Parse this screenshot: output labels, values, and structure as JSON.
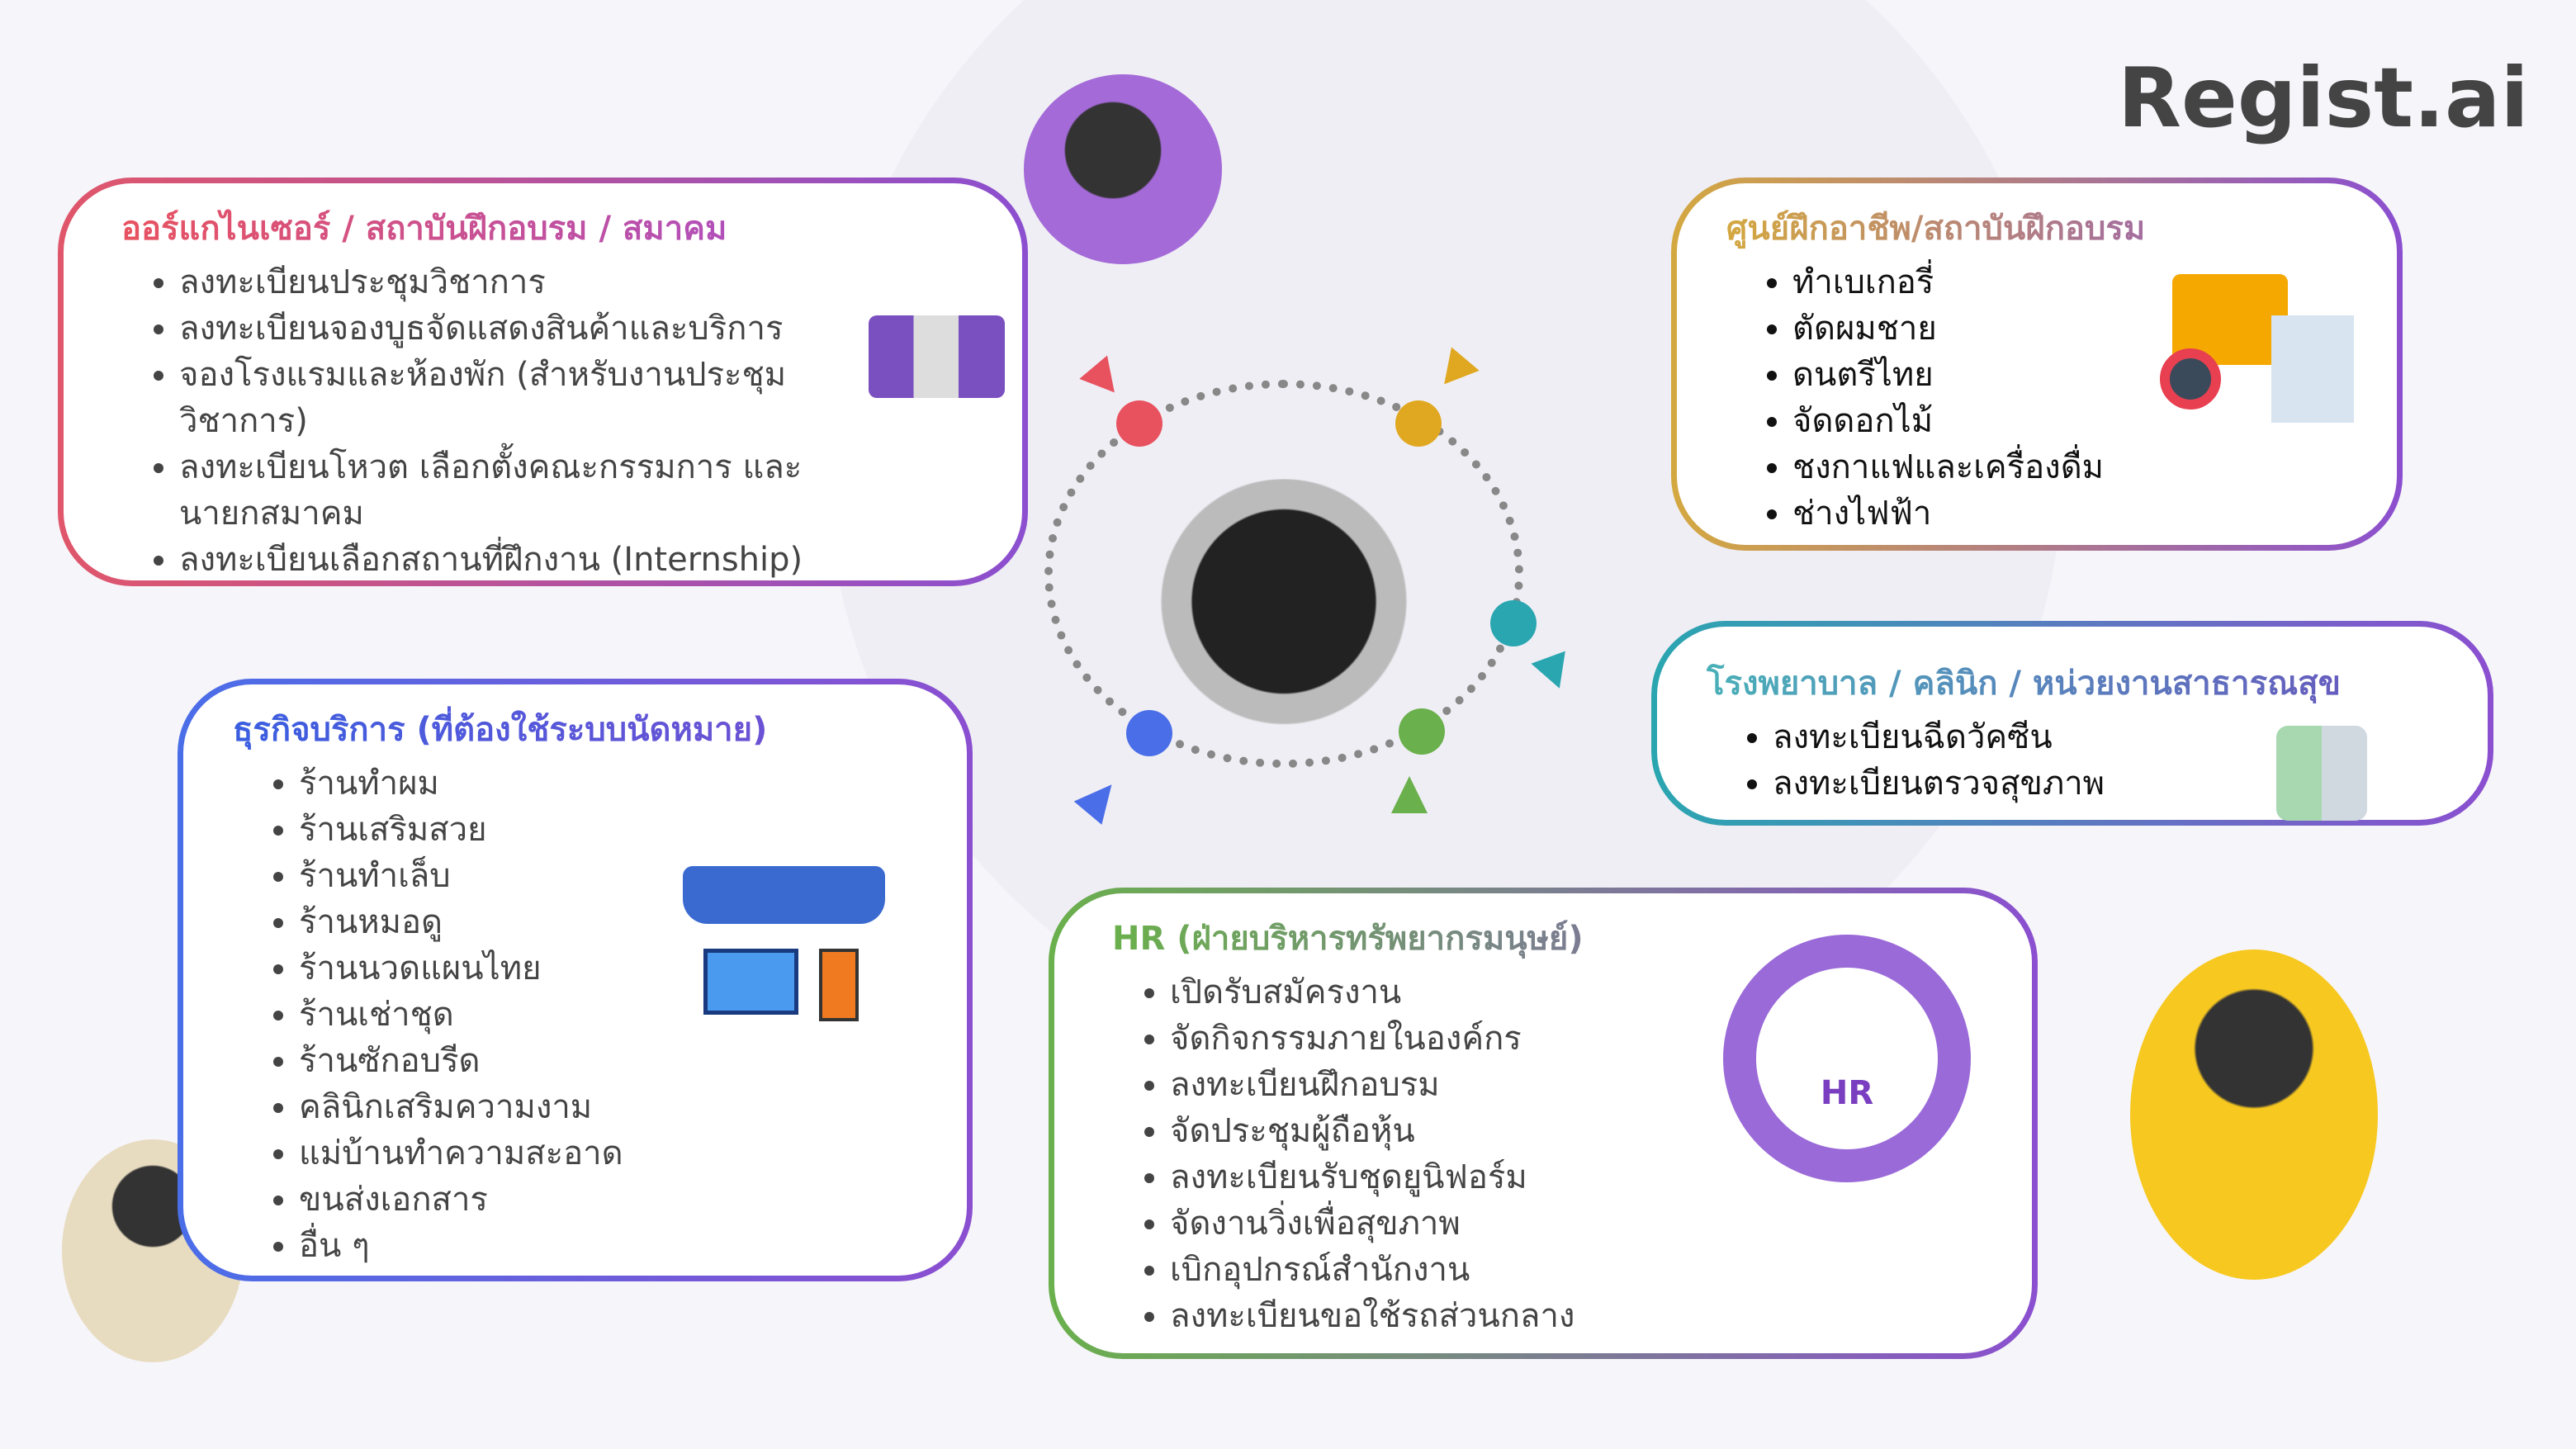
{
  "logo": "Regist.ai",
  "organizer": {
    "title": "ออร์แกไนเซอร์ / สถาบันฝึกอบรม / สมาคม",
    "items": [
      "ลงทะเบียนประชุมวิชาการ",
      "ลงทะเบียนจองบูธจัดแสดงสินค้าและบริการ",
      "จองโรงแรมและห้องพัก (สำหรับงานประชุม วิชาการ)",
      "ลงทะเบียนโหวต เลือกตั้งคณะกรรมการ และ นายกสมาคม",
      "ลงทะเบียนเลือกสถานที่ฝึกงาน (Internship)"
    ]
  },
  "vocational": {
    "title": "ศูนย์ฝึกอาชีพ/สถาบันฝึกอบรม",
    "items": [
      "ทำเบเกอรี่",
      "ตัดผมชาย",
      "ดนตรีไทย",
      "จัดดอกไม้",
      "ชงกาแฟและเครื่องดื่ม",
      "ช่างไฟฟ้า"
    ]
  },
  "hospital": {
    "title": "โรงพยาบาล / คลินิก / หน่วยงานสาธารณสุข",
    "items": [
      "ลงทะเบียนฉีดวัคซีน",
      "ลงทะเบียนตรวจสุขภาพ"
    ]
  },
  "services": {
    "title": "ธุรกิจบริการ (ที่ต้องใช้ระบบนัดหมาย)",
    "items": [
      "ร้านทำผม",
      "ร้านเสริมสวย",
      "ร้านทำเล็บ",
      "ร้านหมอดู",
      "ร้านนวดแผนไทย",
      "ร้านเช่าชุด",
      "ร้านซักอบรีด",
      "คลินิกเสริมความงาม",
      "แม่บ้านทำความสะอาด",
      "ขนส่งเอกสาร",
      "อื่น ๆ"
    ]
  },
  "hr": {
    "title": "HR (ฝ่ายบริหารทรัพยากรมนุษย์)",
    "badge": "HR",
    "items": [
      "เปิดรับสมัครงาน",
      "จัดกิจกรรมภายในองค์กร",
      "ลงทะเบียนฝึกอบรม",
      "จัดประชุมผู้ถือหุ้น",
      "ลงทะเบียนรับชุดยูนิฟอร์ม",
      "จัดงานวิ่งเพื่อสุขภาพ",
      "เบิกอุปกรณ์สำนักงาน",
      "ลงทะเบียนขอใช้รถส่วนกลาง"
    ]
  },
  "colors": {
    "red": "#e8525f",
    "gold": "#e0a820",
    "teal": "#2aa6b0",
    "blue": "#4a6ee8",
    "green": "#6ab04c",
    "purple": "#8b4fd0"
  }
}
